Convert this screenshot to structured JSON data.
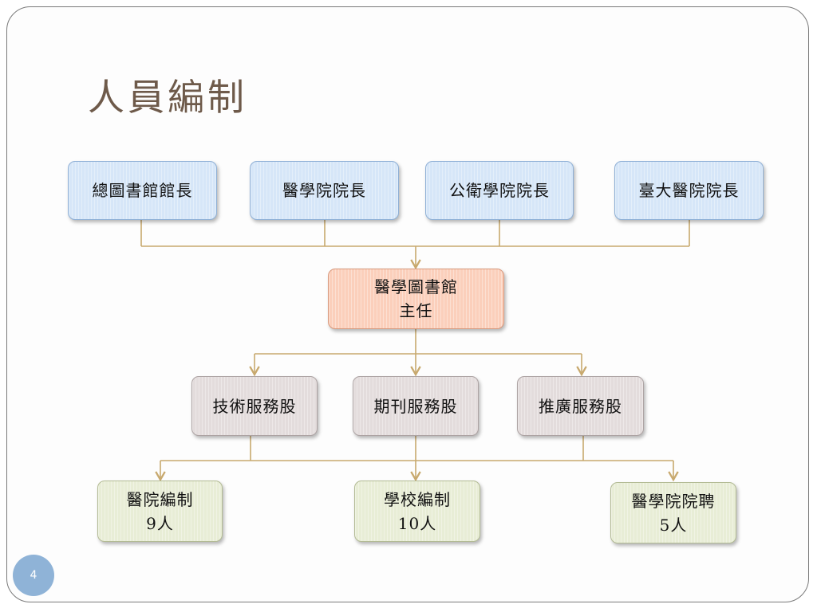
{
  "slide": {
    "title": "人員編制",
    "page_number": "4"
  },
  "org_chart": {
    "top_row": [
      {
        "label": "總圖書館館長"
      },
      {
        "label": "醫學院院長"
      },
      {
        "label": "公衛學院院長"
      },
      {
        "label": "臺大醫院院長"
      }
    ],
    "center": {
      "line1": "醫學圖書館",
      "line2": "主任"
    },
    "sections": [
      {
        "label": "技術服務股"
      },
      {
        "label": "期刊服務股"
      },
      {
        "label": "推廣服務股"
      }
    ],
    "staffing": [
      {
        "line1": "醫院編制",
        "line2": "9人"
      },
      {
        "line1": "學校編制",
        "line2": "10人"
      },
      {
        "line1": "醫學院院聘",
        "line2": "5人"
      }
    ]
  },
  "colors": {
    "top_row_fill": "#d6e6f8",
    "center_fill": "#fbcfbb",
    "section_fill": "#e3dcdc",
    "staffing_fill": "#e8edd6",
    "connector": "#c8a96e",
    "title": "#6e5a4a",
    "page_badge": "#8fb3d7"
  }
}
